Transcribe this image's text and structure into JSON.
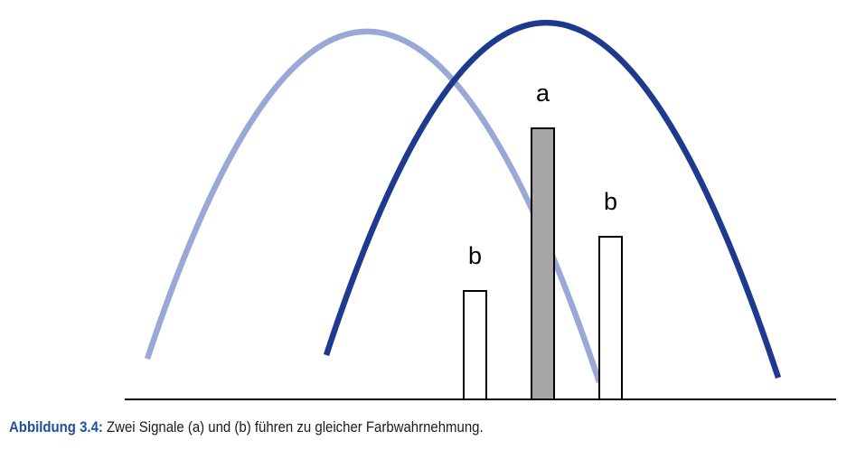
{
  "figure": {
    "bars": [
      {
        "label": "b",
        "height": 0.4,
        "fill": "#ffffff",
        "stroke": "#000000"
      },
      {
        "label": "a",
        "height": 1.0,
        "fill": "#a6a6a9",
        "stroke": "#000000"
      },
      {
        "label": "b",
        "height": 0.6,
        "fill": "#ffffff",
        "stroke": "#000000"
      }
    ],
    "curves": [
      {
        "color": "#9aa8d8"
      },
      {
        "color": "#1e3a8f"
      }
    ]
  },
  "caption": {
    "label": "Abbildung 3.4:",
    "text": " Zwei Signale (a) und (b) führen zu gleicher Farbwahrnehmung."
  }
}
